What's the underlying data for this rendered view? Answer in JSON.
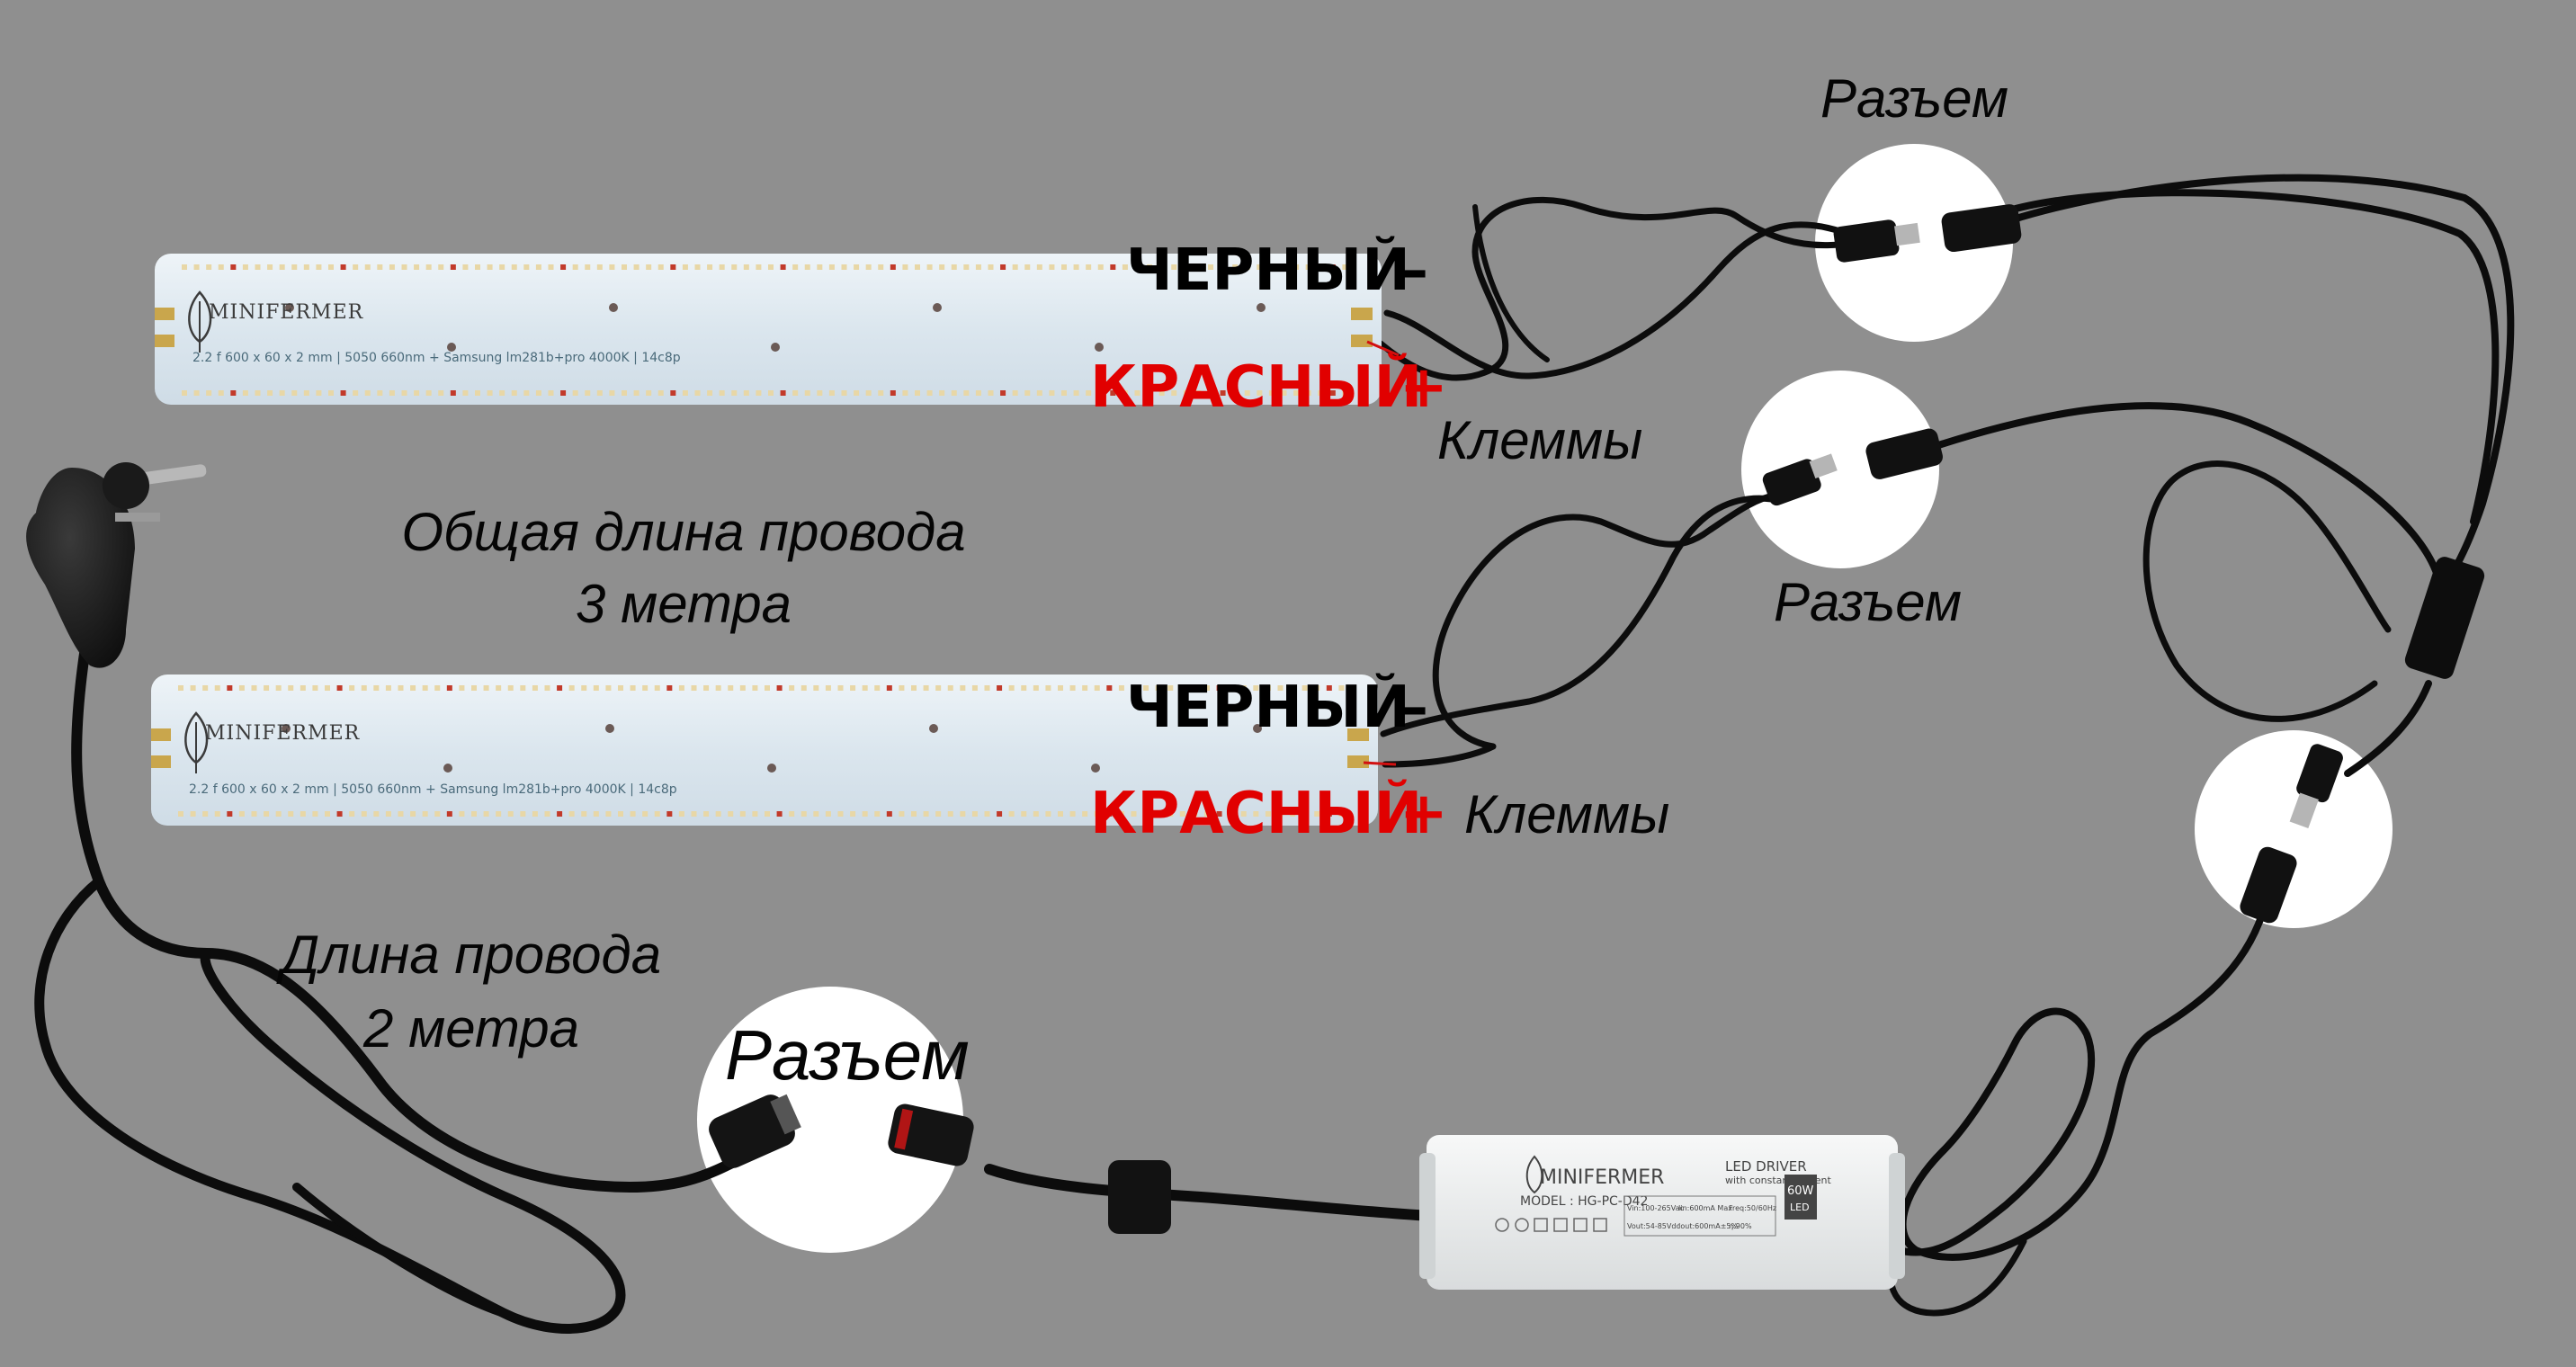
{
  "labels": {
    "connector_top": "Разъем",
    "connector_mid": "Разъем",
    "connector_bottom": "Разъем",
    "terminals_top": "Клеммы",
    "terminals_bottom": "Клеммы",
    "total_length_line1": "Общая длина провода",
    "total_length_line2": "3 метра",
    "cord_length_line1": "Длина провода",
    "cord_length_line2": "2 метра"
  },
  "boards": [
    {
      "brand": "MINIFERMER",
      "spec": "2.2 f   600 x 60 x 2 mm  |  5050 660nm + Samsung lm281b+pro 4000K  |  14c8p",
      "black_label": "ЧЕРНЫЙ",
      "black_sign": "–",
      "red_label": "КРАСНЫЙ",
      "red_sign": "+"
    },
    {
      "brand": "MINIFERMER",
      "spec": "2.2 f   600 x 60 x 2 mm  |  5050 660nm + Samsung lm281b+pro 4000K  |  14c8p",
      "black_label": "ЧЕРНЫЙ",
      "black_sign": "–",
      "red_label": "КРАСНЫЙ",
      "red_sign": "+"
    }
  ],
  "driver": {
    "brand": "MINIFERMER",
    "title": "LED DRIVER",
    "subtitle": "with constant current",
    "model": "MODEL : HG-PC-D42",
    "power": "60W",
    "power_unit": "LED",
    "specs": [
      "Vin:100-265Vac",
      "Iin:600mA Max",
      "Freq:50/60Hz",
      "Vout:54-85Vdc",
      "Iout:600mA±5%",
      "η:90%"
    ]
  },
  "colors": {
    "background": "#8f8f8f",
    "board": "#dfe8ee",
    "red": "#e10000",
    "wire": "#0c0c0c"
  }
}
